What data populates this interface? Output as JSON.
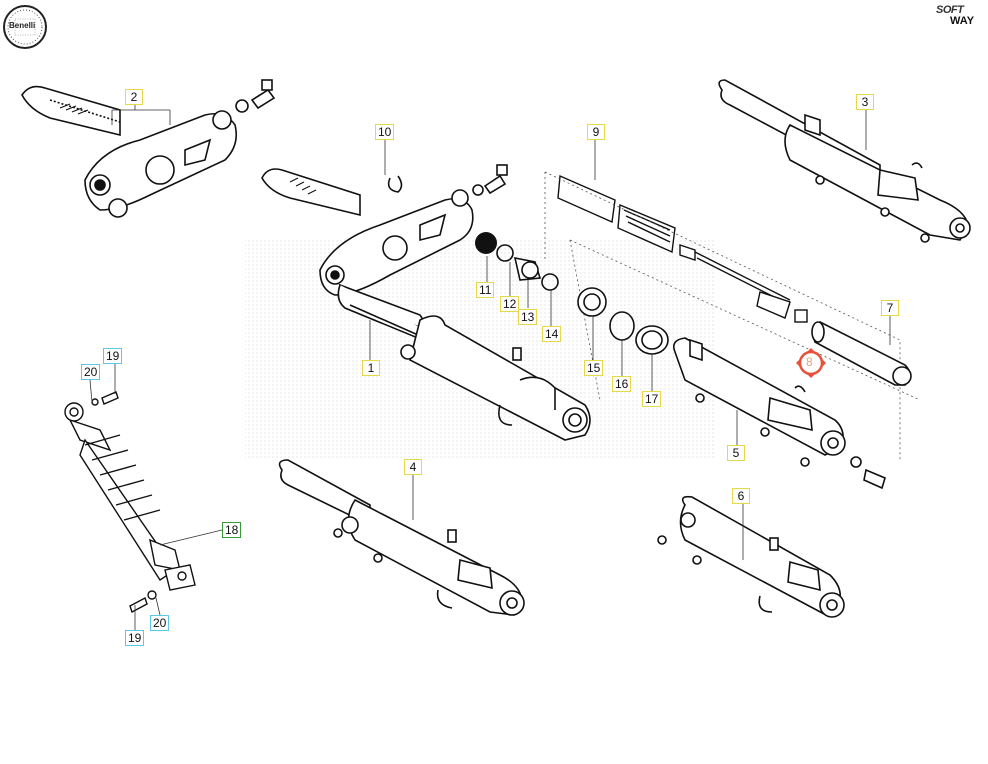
{
  "brand": {
    "logo_text": "Benelli",
    "mark_line1": "SOFT",
    "mark_line2": "WAY"
  },
  "selected_part": "8",
  "callouts": [
    {
      "id": "1",
      "label": "1",
      "color": "yellow"
    },
    {
      "id": "2",
      "label": "2",
      "color": "yellow"
    },
    {
      "id": "3",
      "label": "3",
      "color": "yellow"
    },
    {
      "id": "4",
      "label": "4",
      "color": "yellow"
    },
    {
      "id": "5",
      "label": "5",
      "color": "yellow"
    },
    {
      "id": "6",
      "label": "6",
      "color": "yellow"
    },
    {
      "id": "7",
      "label": "7",
      "color": "yellow"
    },
    {
      "id": "9",
      "label": "9",
      "color": "yellow"
    },
    {
      "id": "10",
      "label": "10",
      "color": "yellow"
    },
    {
      "id": "11",
      "label": "11",
      "color": "yellow"
    },
    {
      "id": "12",
      "label": "12",
      "color": "yellow"
    },
    {
      "id": "13",
      "label": "13",
      "color": "yellow"
    },
    {
      "id": "14",
      "label": "14",
      "color": "yellow"
    },
    {
      "id": "15",
      "label": "15",
      "color": "yellow"
    },
    {
      "id": "16",
      "label": "16",
      "color": "yellow"
    },
    {
      "id": "17",
      "label": "17",
      "color": "yellow"
    },
    {
      "id": "18",
      "label": "18",
      "color": "green"
    },
    {
      "id": "19a",
      "label": "19",
      "color": "blue"
    },
    {
      "id": "20a",
      "label": "20",
      "color": "blue"
    },
    {
      "id": "19b",
      "label": "19",
      "color": "blue"
    },
    {
      "id": "20b",
      "label": "20",
      "color": "blue"
    }
  ],
  "colors": {
    "callout_yellow": "#e6d84a",
    "callout_blue": "#5cc8e8",
    "callout_green": "#3a9a3a",
    "selected_marker": "#e8503a",
    "line_art": "#111111",
    "watermark_dots": "#c8c8c8"
  }
}
